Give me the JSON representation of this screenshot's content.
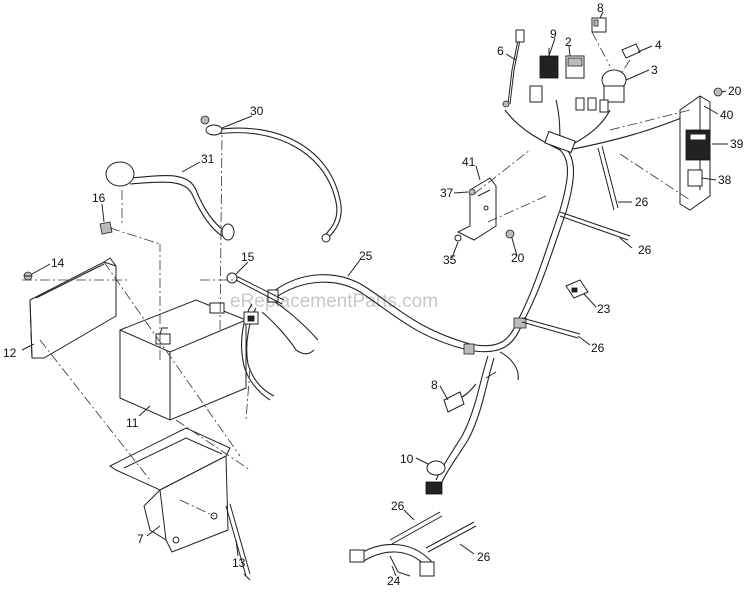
{
  "watermark": "eReplacementParts.com",
  "callouts": [
    "8",
    "9",
    "2",
    "4",
    "6",
    "3",
    "20",
    "40",
    "39",
    "38",
    "30",
    "31",
    "16",
    "41",
    "37",
    "26",
    "26",
    "35",
    "20",
    "25",
    "14",
    "15",
    "23",
    "12",
    "26",
    "11",
    "8",
    "10",
    "7",
    "13",
    "26",
    "26",
    "24"
  ]
}
